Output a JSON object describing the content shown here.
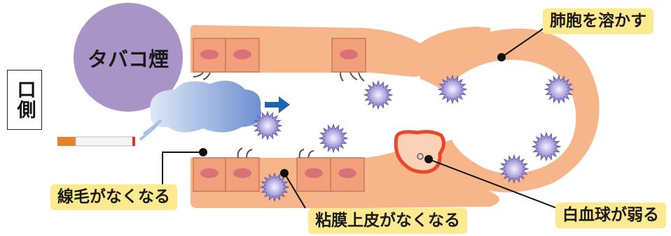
{
  "side_label": "口側",
  "bubble": {
    "text": "タバコ煙"
  },
  "labels": {
    "cilia": "線毛がなくなる",
    "mucosa": "粘膜上皮がなくなる",
    "alveoli": "肺胞を溶かす",
    "wbc": "白血球が弱る"
  },
  "colors": {
    "tissue": "#f7b68a",
    "cell": "#f2a07a",
    "cell_border": "#c87a55",
    "nucleus": "#d9707a",
    "bubble": "#a994c8",
    "label_bg": "#fde98f",
    "smoke": "#7f9fd6",
    "arrow": "#1e63b0",
    "wbc_outline": "#e8472a",
    "particle": "#8e86c6"
  },
  "icons": [
    "cigarette-icon",
    "smoke-cloud-icon",
    "arrow-right-icon",
    "particle-icon",
    "white-blood-cell-icon",
    "cilia-icon"
  ]
}
